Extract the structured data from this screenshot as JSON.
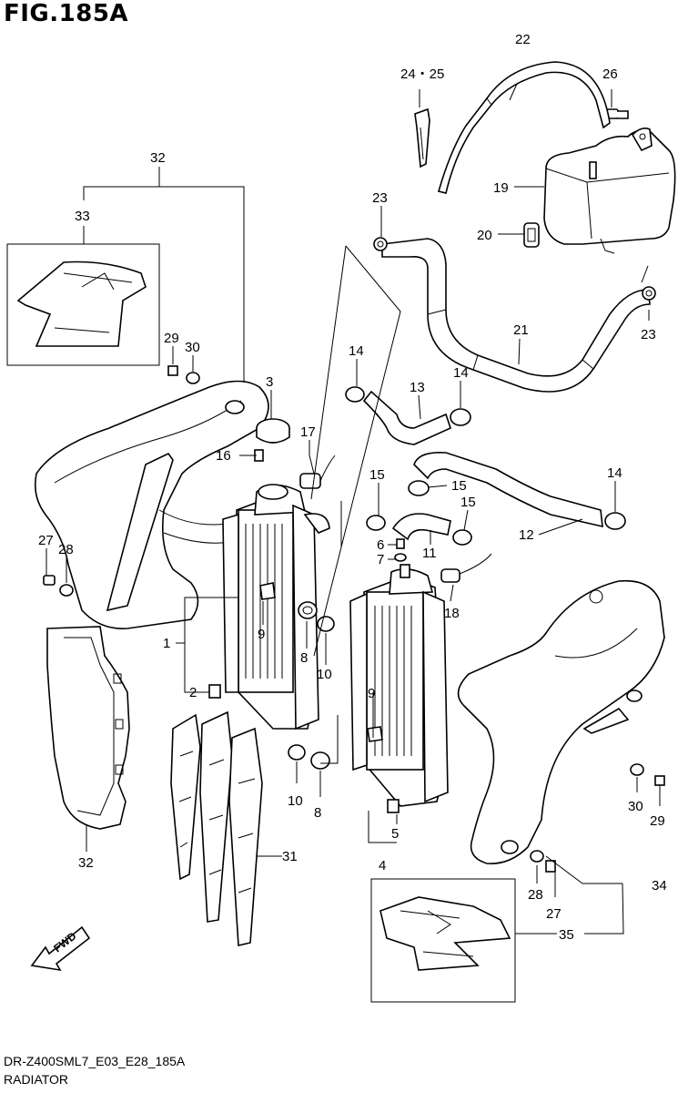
{
  "figure": {
    "title": "FIG.185A",
    "code": "DR-Z400SML7_E03_E28_185A",
    "name": "RADIATOR"
  },
  "direction_label": "FWD",
  "callouts": {
    "c1": "1",
    "c2": "2",
    "c3": "3",
    "c4": "4",
    "c5": "5",
    "c6": "6",
    "c7": "7",
    "c8a": "8",
    "c8b": "8",
    "c9a": "9",
    "c9b": "9",
    "c10a": "10",
    "c10b": "10",
    "c11": "11",
    "c12": "12",
    "c13": "13",
    "c14a": "14",
    "c14b": "14",
    "c14c": "14",
    "c15a": "15",
    "c15b": "15",
    "c15c": "15",
    "c16": "16",
    "c17": "17",
    "c18": "18",
    "c19": "19",
    "c20": "20",
    "c21": "21",
    "c22": "22",
    "c23a": "23",
    "c23b": "23",
    "c2425": "24・25",
    "c26": "26",
    "c27a": "27",
    "c27b": "27",
    "c28a": "28",
    "c28b": "28",
    "c29a": "29",
    "c29b": "29",
    "c30a": "30",
    "c30b": "30",
    "c31": "31",
    "c32a": "32",
    "c32b": "32",
    "c33": "33",
    "c34": "34",
    "c35": "35"
  }
}
